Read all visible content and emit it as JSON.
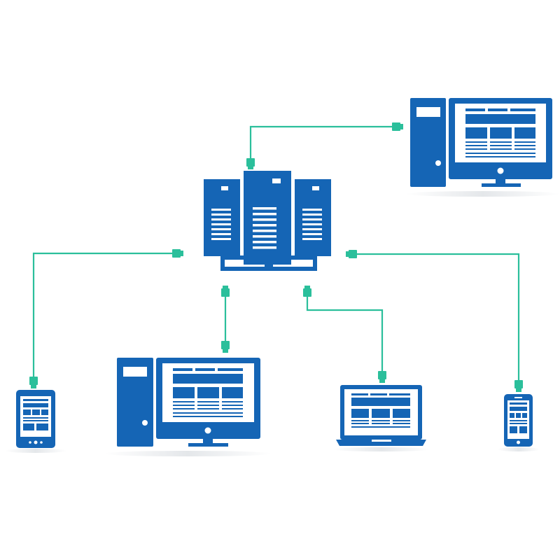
{
  "diagram": {
    "type": "network-topology",
    "text": [],
    "colors": {
      "device": "#1565b5",
      "screen": "#ffffff",
      "connector": "#2bbf9b",
      "shadow": "#e9ecef"
    },
    "nodes": [
      {
        "id": "server-cluster",
        "kind": "server-rack",
        "icon": "server-cluster-icon"
      },
      {
        "id": "desktop-top-right",
        "kind": "desktop-computer",
        "icon": "desktop-computer-icon"
      },
      {
        "id": "tablet-left",
        "kind": "tablet",
        "icon": "tablet-icon"
      },
      {
        "id": "desktop-center",
        "kind": "desktop-computer",
        "icon": "desktop-computer-icon"
      },
      {
        "id": "laptop",
        "kind": "laptop",
        "icon": "laptop-icon"
      },
      {
        "id": "phone-right",
        "kind": "smartphone",
        "icon": "smartphone-icon"
      }
    ],
    "connections": [
      {
        "from": "server-cluster",
        "to": "desktop-top-right"
      },
      {
        "from": "server-cluster",
        "to": "tablet-left"
      },
      {
        "from": "server-cluster",
        "to": "desktop-center"
      },
      {
        "from": "server-cluster",
        "to": "laptop"
      },
      {
        "from": "server-cluster",
        "to": "phone-right"
      }
    ]
  }
}
